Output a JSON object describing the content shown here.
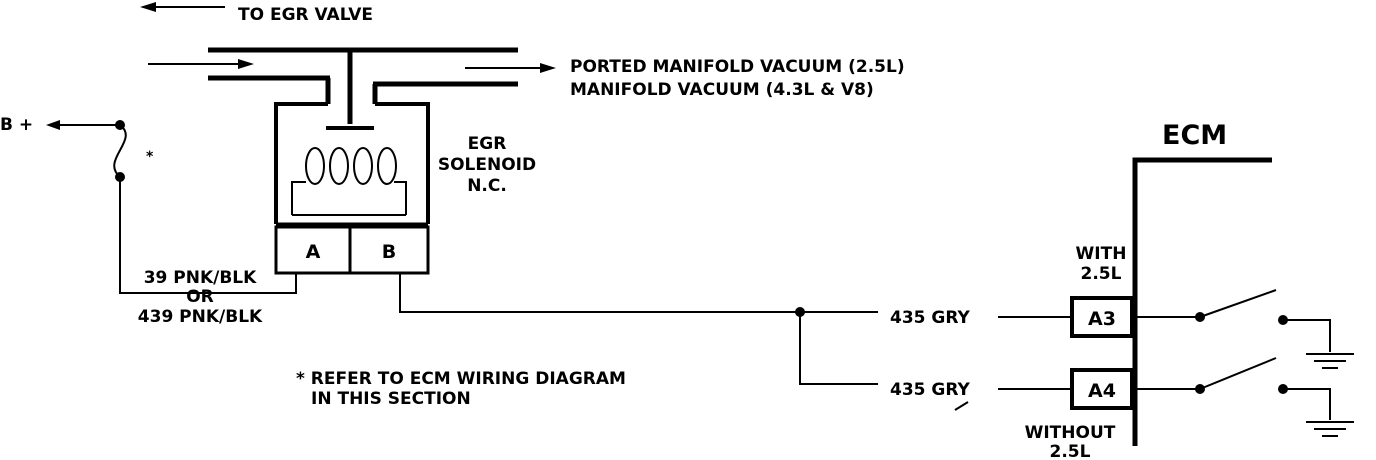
{
  "labels": {
    "to_egr_valve": "TO EGR VALVE",
    "ported_vacuum": "PORTED MANIFOLD VACUUM (2.5L)",
    "manifold_vacuum": "MANIFOLD VACUUM (4.3L & V8)",
    "b_plus": "B +",
    "fuse_note_mark": "*",
    "egr_solenoid_line1": "EGR",
    "egr_solenoid_line2": "SOLENOID",
    "egr_solenoid_line3": "N.C.",
    "terminal_a": "A",
    "terminal_b": "B",
    "wire_line1": "39  PNK/BLK",
    "wire_line2": "OR",
    "wire_line3": "439 PNK/BLK",
    "note_line1": "* REFER TO ECM WIRING DIAGRAM",
    "note_line2": "IN THIS SECTION",
    "wire_435_a3": "435 GRY",
    "wire_435_a4": "435 GRY",
    "ecm_title": "ECM",
    "with_line1": "WITH",
    "with_line2": "2.5L",
    "pin_a3": "A3",
    "pin_a4": "A4",
    "without_line1": "WITHOUT",
    "without_line2": "2.5L"
  }
}
